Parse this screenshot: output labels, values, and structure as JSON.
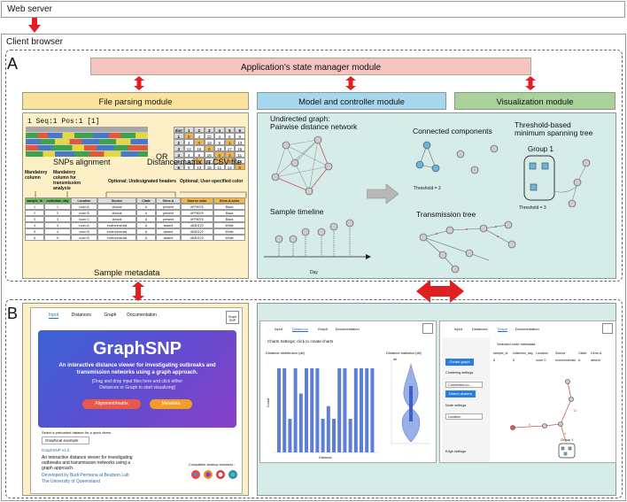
{
  "top": {
    "web_server": "Web server",
    "client_browser": "Client browser"
  },
  "panels": {
    "A": "A",
    "B": "B"
  },
  "modules": {
    "state": "Application's state manager module",
    "parsing": "File parsing module",
    "model": "Model and controller module",
    "viz": "Visualization module"
  },
  "parsing": {
    "seq_header": "1       Seq:1 Pos:1 [1]",
    "or": "OR",
    "snp_label": "SNPs alignment",
    "dist_label": "Distance matrix in CSV file",
    "mandatory_col": "Mandatory\ncolumn",
    "mandatory_transmission": "Mandatory\ncolumn for\ntransmission\nanalysis",
    "optional_undesignated": "Optional; Undesignated headers",
    "optional_user_color": "Optional; User-specified color",
    "sample_metadata": "Sample metadata",
    "dist_headers": [
      "dist",
      "1",
      "2",
      "3",
      "4",
      "5",
      "6"
    ],
    "dist_rows": [
      [
        "1",
        "0",
        "4",
        "12",
        "4",
        "5",
        "9"
      ],
      [
        "2",
        "4",
        "0",
        "16",
        "9",
        "1",
        "13"
      ],
      [
        "3",
        "12",
        "16",
        "0",
        "16",
        "17",
        "15"
      ],
      [
        "4",
        "4",
        "9",
        "16",
        "0",
        "3",
        "11"
      ],
      [
        "5",
        "5",
        "1",
        "17",
        "3",
        "0",
        "14"
      ],
      [
        "6",
        "9",
        "13",
        "15",
        "11",
        "14",
        "0"
      ]
    ],
    "meta_headers": [
      "sample_id",
      "collection_day",
      "Location",
      "Source",
      "Clade",
      "Gene-A",
      "Source color",
      "Gene-A color"
    ],
    "meta_rows": [
      [
        "1",
        "1",
        "room A",
        "clinical",
        "A",
        "present",
        "#FF8076",
        "Black"
      ],
      [
        "2",
        "2",
        "room B",
        "clinical",
        "A",
        "present",
        "#FF8076",
        "Black"
      ],
      [
        "3",
        "3",
        "room C",
        "clinical",
        "A",
        "present",
        "#FF8076",
        "Black"
      ],
      [
        "4",
        "3",
        "room A",
        "environmental",
        "A",
        "absent",
        "#63D122",
        "White"
      ],
      [
        "5",
        "4",
        "room B",
        "environmental",
        "A",
        "absent",
        "#63D122",
        "White"
      ],
      [
        "6",
        "5",
        "room B",
        "environmental",
        "A",
        "absent",
        "#63D122",
        "White"
      ]
    ]
  },
  "model": {
    "undirected": "Undirected graph:\nPairwise distance network",
    "timeline": "Sample timeline",
    "day": "Day",
    "connected": "Connected components",
    "threshold1": "Threshold = 3",
    "transmission": "Transmission tree",
    "mst": "Threshold-based\nminimum spanning tree",
    "group1": "Group 1",
    "threshold2": "Threshold = 3"
  },
  "app": {
    "tabs": [
      "Input",
      "Distances",
      "Graph",
      "Documentation"
    ],
    "title": "GraphSNP",
    "subtitle": "An interactive distance viewer for investigating outbreaks and\ntransmission networks using a graph approach.",
    "hint": "[Drag and drop input files here and click either\nDistances or Graph to start visualizing]",
    "btn_alignment": "Alignment/matrix",
    "btn_metadata": "Metadata",
    "dataset_label": "Select a preloaded dataset for a quick demo",
    "dataset_value": "Graphical example",
    "version": "GraphSNP v1.0",
    "desc": "An interactive distance viewer for investigating\noutbreaks and transmission networks using a\ngraph approach.",
    "developed": "Developed by Budi Permana at Beatson Lab",
    "uni": "The University of Queensland",
    "compat": "Compatible desktop browsers :",
    "logo": "Graph\nSNP"
  },
  "dist_shot": {
    "tabs": [
      "Input",
      "Distances",
      "Graph",
      "Documentation"
    ],
    "charts_settings": "Charts Settings: click to create charts",
    "hist_title": "Distance distribution (all)",
    "violin_title": "Distance statistics (all)",
    "xlabel": "Distance",
    "ylabel": "Count",
    "legend": "all"
  },
  "graph_shot": {
    "tabs": [
      "Input",
      "Distances",
      "Graph",
      "Documentation"
    ],
    "selected_meta": "Selected node metadata",
    "create_graph": "Create graph",
    "clustering": "Clustering settings",
    "method_value": "Connected co...",
    "detect_btn": "Detect clusters",
    "node_settings": "Node settings",
    "color_value": "Location",
    "edge_settings": "Edge settings",
    "meta_headers": [
      "sample_id",
      "collection_day",
      "Location",
      "Source",
      "Clade",
      "Gene-A"
    ],
    "meta_row": [
      "6",
      "5",
      "room C",
      "environmental",
      "A",
      "absent"
    ],
    "group1": "Group 1"
  }
}
